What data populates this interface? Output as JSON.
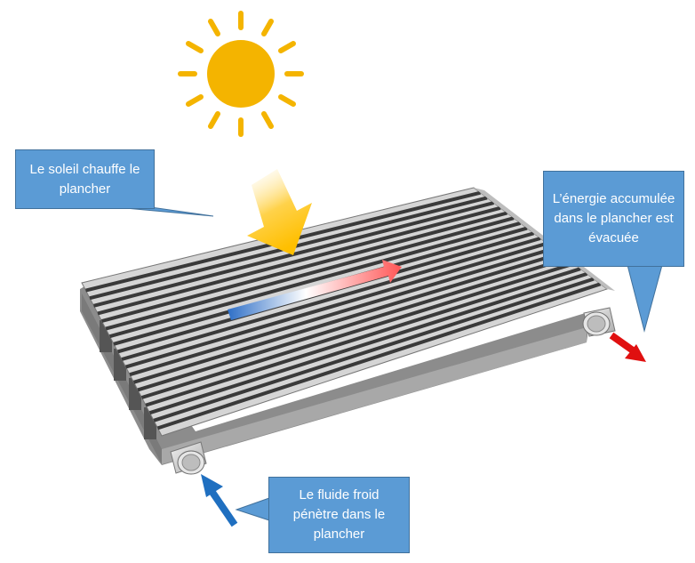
{
  "callouts": {
    "sun_heats": "Le soleil chauffe le plancher",
    "energy_out": "L’énergie accumulée dans le plancher est évacuée",
    "fluid_in": "Le fluide froid pénètre dans le plancher"
  },
  "colors": {
    "sun": "#f4b400",
    "callout_fill": "#5b9bd5",
    "callout_border": "#41719c",
    "arrow_in": "#1f6fc0",
    "arrow_out": "#e01010",
    "sun_arrow": "#ffc000"
  },
  "icons": [
    "sun-icon",
    "sunlight-arrow-icon",
    "fluid-in-arrow-icon",
    "energy-out-arrow-icon",
    "flow-gradient-arrow-icon"
  ]
}
